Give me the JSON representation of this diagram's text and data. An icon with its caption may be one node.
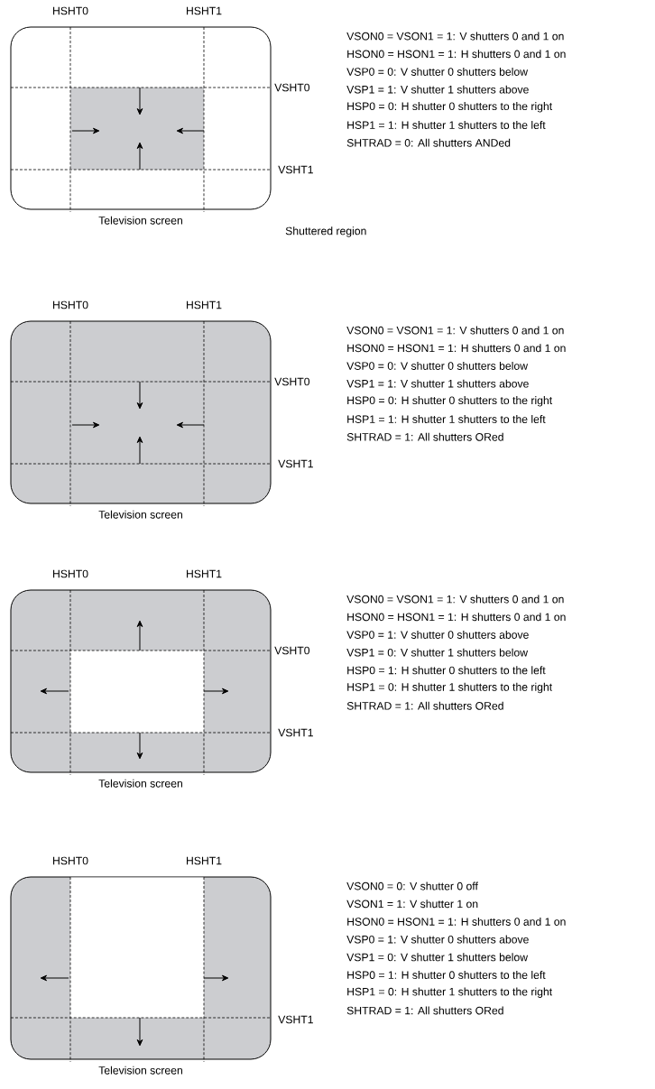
{
  "diagram": {
    "nodes": [
      {
        "text": [
          "Television screen"
        ]
      },
      {
        "text": [
          "Television screen"
        ]
      },
      {
        "text": [
          "Television screen"
        ]
      },
      {
        "text": [
          "Television screen"
        ]
      }
    ],
    "labels": [
      "HSHT0",
      "HSHT1",
      "VSHT0",
      "VSHT1",
      "VSON0 = VSON1 = 1: V shutters 0 and 1 on",
      "HSON0 = HSON1 = 1: H shutters 0 and 1 on",
      "VSP0 = 0: V shutter 0 shutters below",
      "VSP1 = 1: V shutter 1 shutters above",
      "HSP0 = 0: H shutter 0 shutters to the right",
      "HSP1 = 1: H shutter 1 shutters to the left",
      "SHTRAD = 0: All shutters ANDed",
      "Shuttered region",
      "HSHT0",
      "HSHT1",
      "VSHT0",
      "VSHT1",
      "VSON0 = VSON1 = 1: V shutters 0 and 1 on",
      "HSON0 = HSON1 = 1: H shutters 0 and 1 on",
      "VSP0 = 0: V shutter 0 shutters below",
      "VSP1 = 1: V shutter 1 shutters above",
      "HSP0 = 0: H shutter 0 shutters to the right",
      "HSP1 = 1: H shutter 1 shutters to the left",
      "SHTRAD = 1: All shutters ORed",
      "HSHT0",
      "HSHT1",
      "VSHT0",
      "VSHT1",
      "VSON0 = VSON1 = 1: V shutters 0 and 1 on",
      "HSON0 = HSON1 = 1: H shutters 0 and 1 on",
      "VSP0 = 1: V shutter 0 shutters above",
      "VSP1 = 0: V shutter 1 shutters below",
      "HSP0 = 1: H shutter 0 shutters to the left",
      "HSP1 = 0: H shutter 1 shutters to the right",
      "SHTRAD = 1: All shutters ORed",
      "HSHT0",
      "HSHT1",
      "VSHT1",
      "VSON0 = 0: V shutter 0 off",
      "VSON1 = 1: V shutter 1 on",
      "HSON0 = HSON1 = 1: H shutters 0 and 1 on",
      "VSP0 = 1: V shutter 0 shutters above",
      "VSP1 = 0: V shutter 1 shutters below",
      "HSP0 = 1: H shutter 0 shutters to the left",
      "HSP1 = 0: H shutter 1 shutters to the right",
      "SHTRAD = 1: All shutters ORed"
    ]
  }
}
